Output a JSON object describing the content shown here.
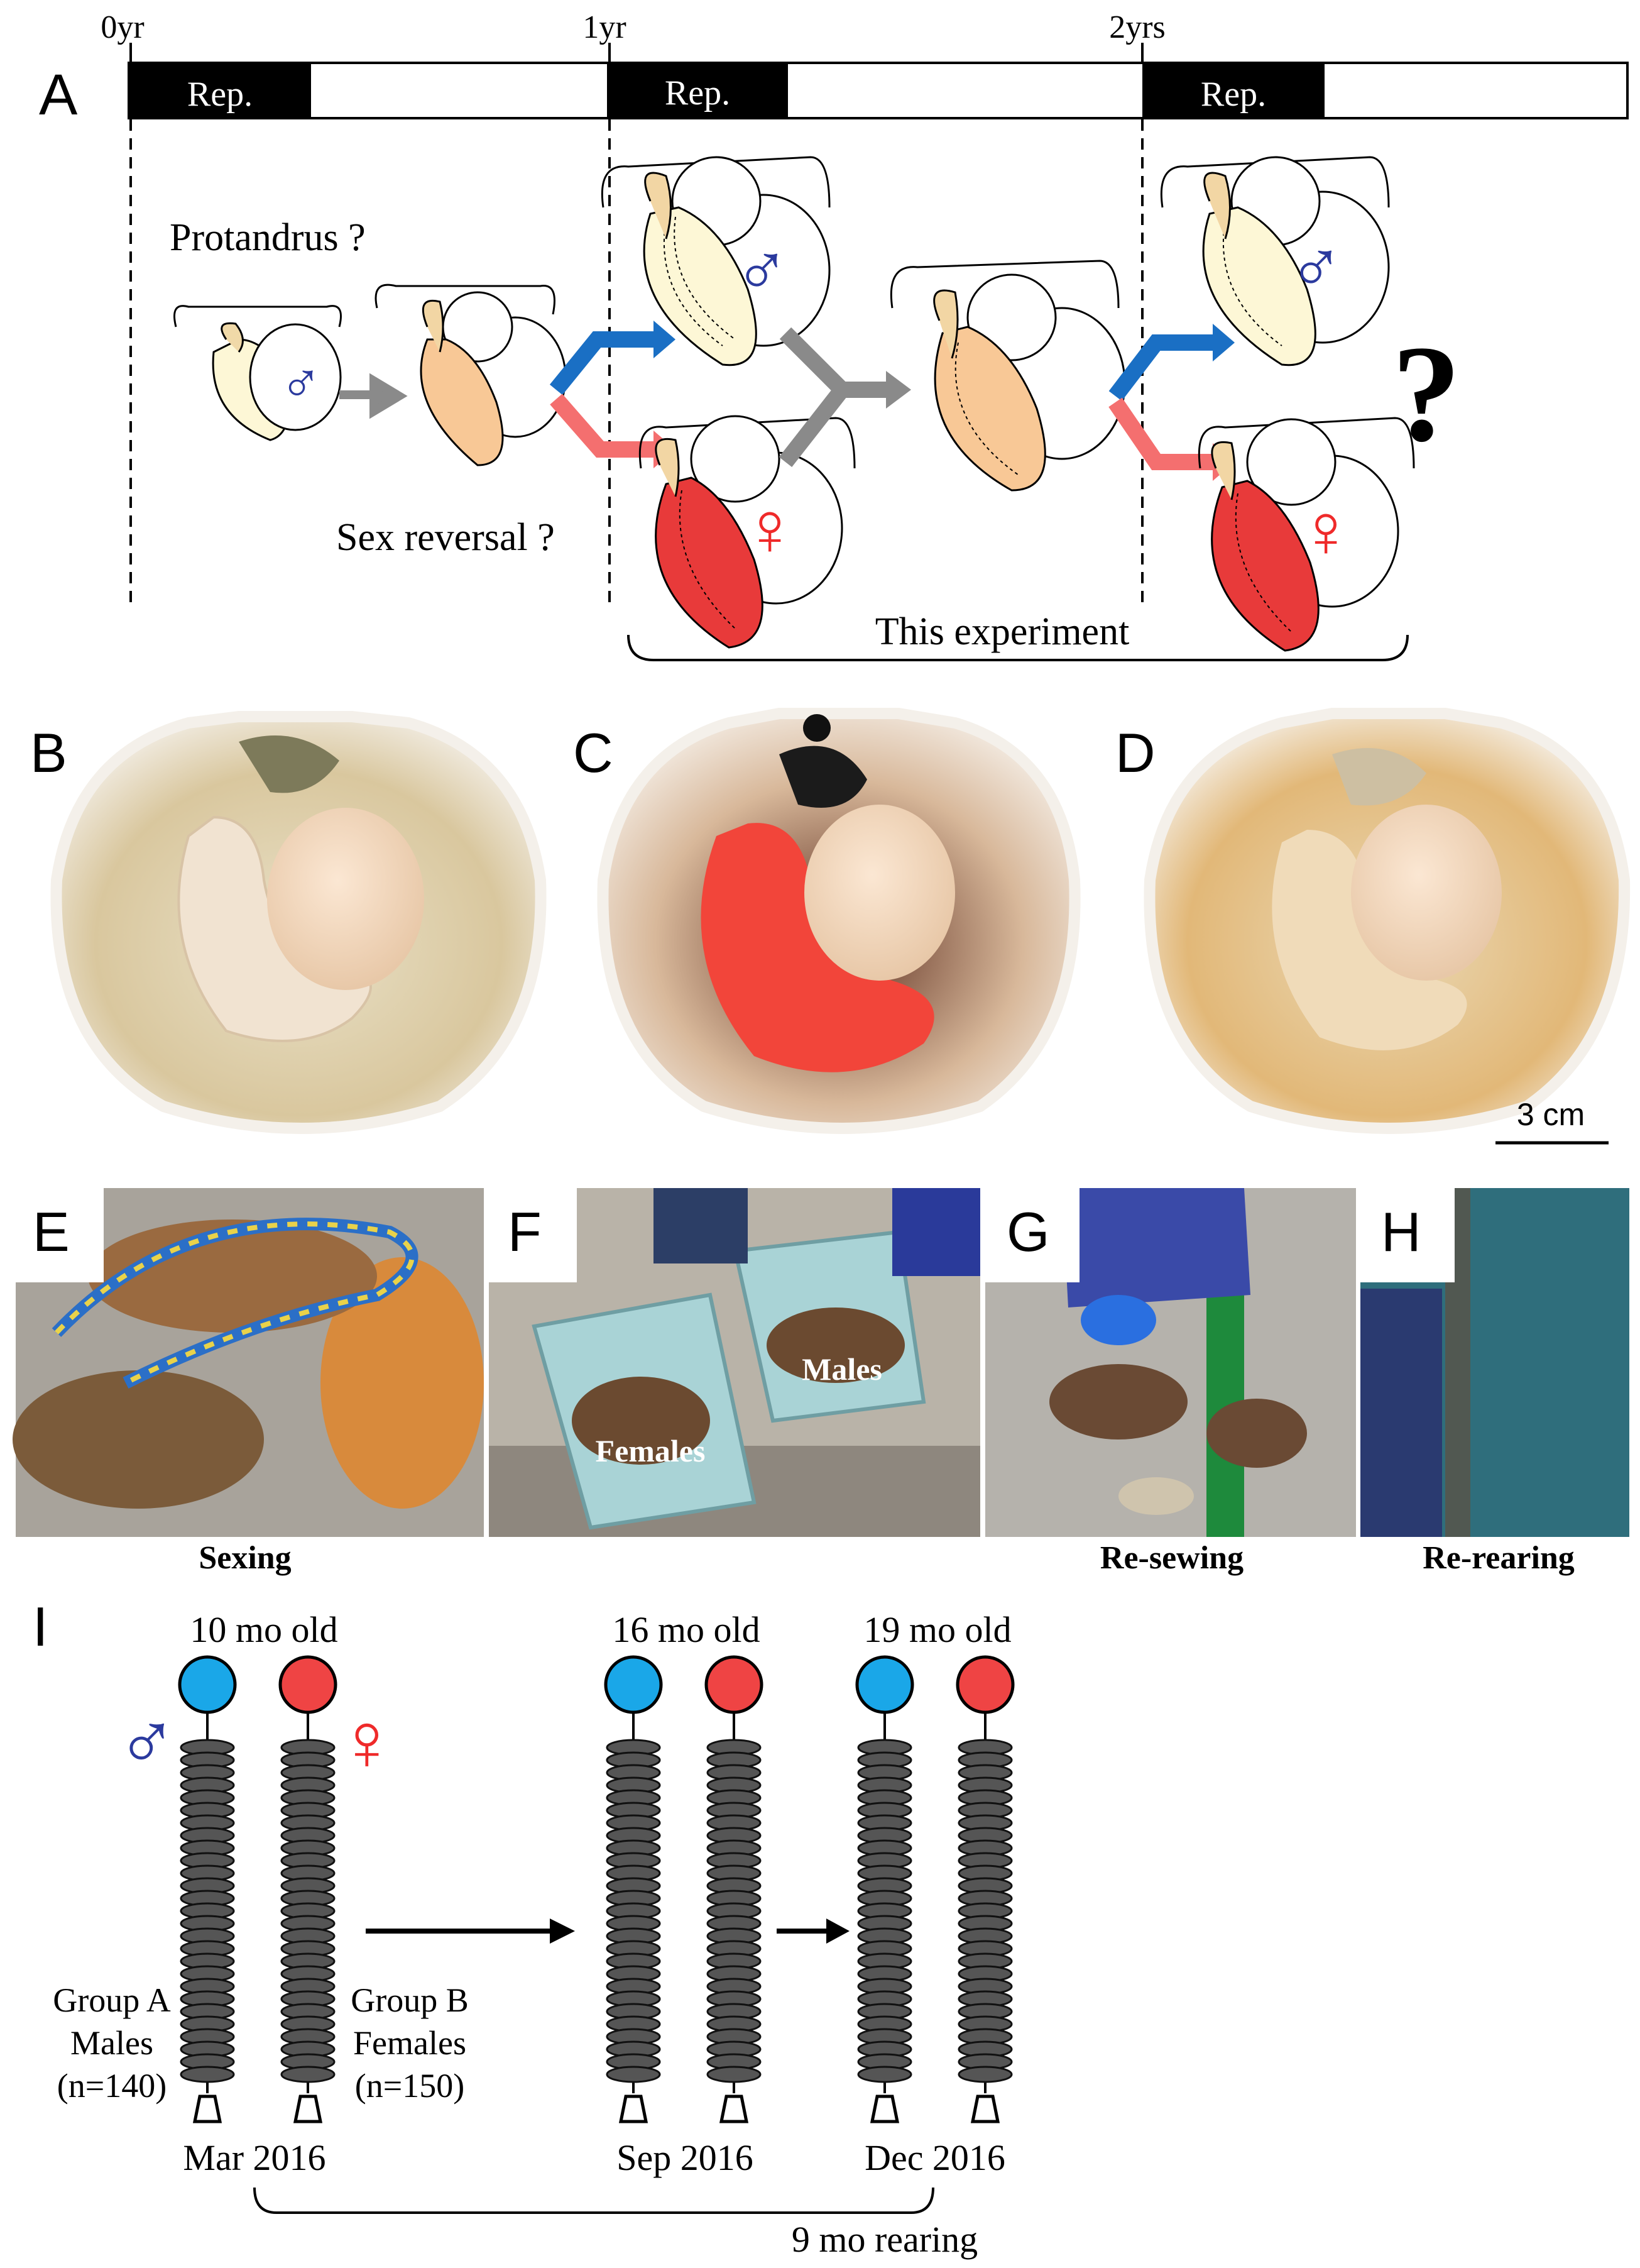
{
  "panel_labels": {
    "A": "A",
    "B": "B",
    "C": "C",
    "D": "D",
    "E": "E",
    "F": "F",
    "G": "G",
    "H": "H",
    "I": "I"
  },
  "timeline": {
    "ticks": [
      "0yr",
      "1yr",
      "2yrs"
    ],
    "rep_label": "Rep."
  },
  "panel_a": {
    "protandrus": "Protandrus ?",
    "sex_reversal": "Sex reversal ?",
    "this_experiment": "This experiment",
    "question_mark": "?",
    "male_symbol": "♂",
    "female_symbol": "♀"
  },
  "photos": {
    "scale_bar": "3 cm",
    "females_label": "Females",
    "males_label": "Males",
    "captions": {
      "E": "Sexing",
      "G": "Re-sewing",
      "H": "Re-rearing"
    }
  },
  "panel_i": {
    "ages": [
      "10 mo old",
      "16 mo old",
      "19 mo old"
    ],
    "dates": [
      "Mar 2016",
      "Sep 2016",
      "Dec 2016"
    ],
    "group_a": [
      "Group A",
      "Males",
      "(n=140)"
    ],
    "group_b": [
      "Group B",
      "Females",
      "(n=150)"
    ],
    "rearing": "9 mo rearing",
    "male_symbol": "♂",
    "female_symbol": "♀"
  },
  "colors": {
    "male_blue": "#1aa7e8",
    "female_red": "#ef4444",
    "arrow_blue": "#1a6fc4",
    "arrow_pink": "#f46f6f",
    "gonad_male": "#fdf7d6",
    "gonad_undiff": "#f8c896",
    "gonad_female": "#e83a3a"
  }
}
